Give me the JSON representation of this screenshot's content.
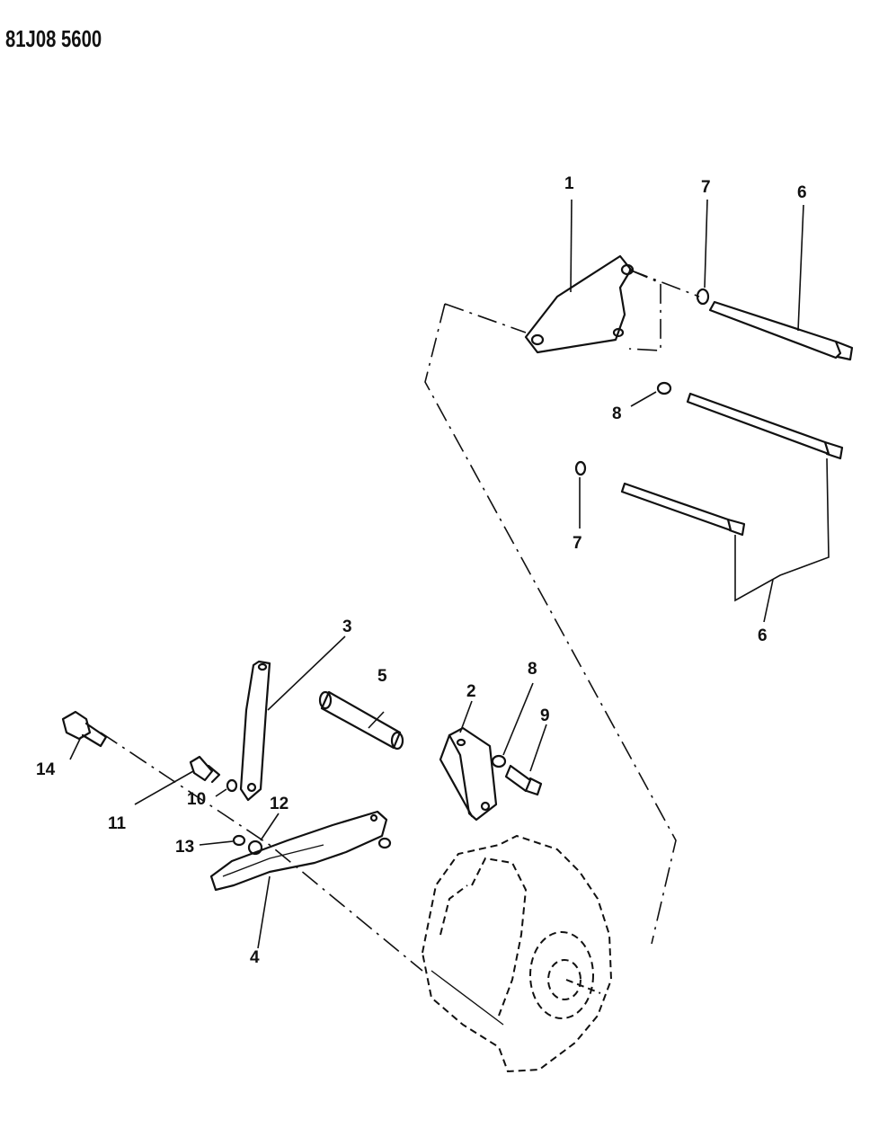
{
  "diagram": {
    "reference_code": "81J08 5600",
    "callouts": [
      {
        "id": "c1a",
        "number": "1"
      },
      {
        "id": "c7a",
        "number": "7"
      },
      {
        "id": "c6a",
        "number": "6"
      },
      {
        "id": "c8a",
        "number": "8"
      },
      {
        "id": "c7b",
        "number": "7"
      },
      {
        "id": "c6b",
        "number": "6"
      },
      {
        "id": "c3",
        "number": "3"
      },
      {
        "id": "c5",
        "number": "5"
      },
      {
        "id": "c2",
        "number": "2"
      },
      {
        "id": "c8b",
        "number": "8"
      },
      {
        "id": "c9",
        "number": "9"
      },
      {
        "id": "c14",
        "number": "14"
      },
      {
        "id": "c10",
        "number": "10"
      },
      {
        "id": "c12",
        "number": "12"
      },
      {
        "id": "c11",
        "number": "11"
      },
      {
        "id": "c13",
        "number": "13"
      },
      {
        "id": "c4",
        "number": "4"
      }
    ]
  }
}
